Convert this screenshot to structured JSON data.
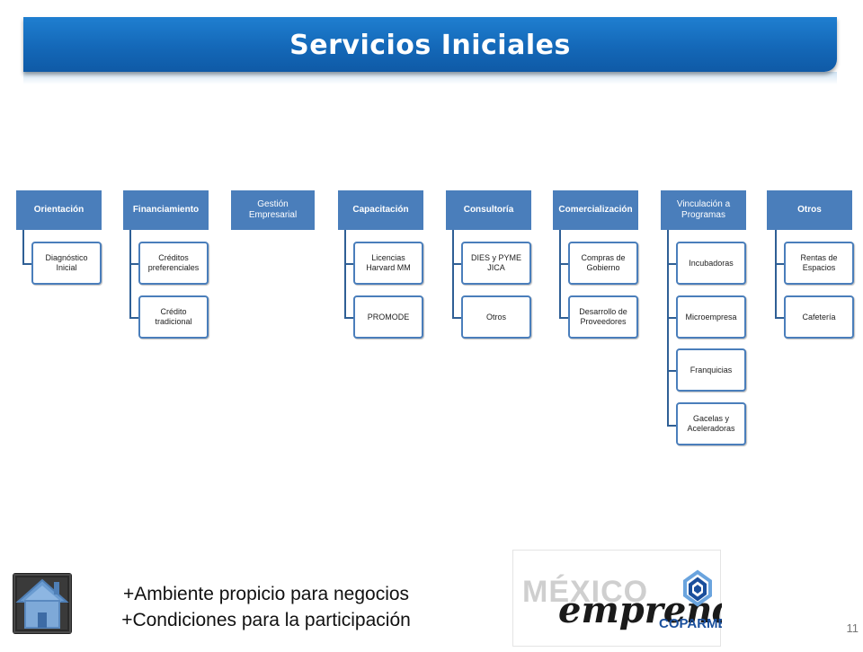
{
  "slide": {
    "title": "Servicios Iniciales",
    "page_number": "11"
  },
  "org_chart": {
    "categories": [
      {
        "label": "Orientación",
        "children": [
          "Diagnóstico Inicial"
        ]
      },
      {
        "label": "Financiamiento",
        "children": [
          "Créditos preferenciales",
          "Crédito tradicional"
        ]
      },
      {
        "label": "Gestión Empresarial",
        "children": []
      },
      {
        "label": "Capacitación",
        "children": [
          "Licencias Harvard MM",
          "PROMODE"
        ]
      },
      {
        "label": "Consultoría",
        "children": [
          "DIES y PYME JICA",
          "Otros"
        ]
      },
      {
        "label": "Comercialización",
        "children": [
          "Compras de Gobierno",
          "Desarrollo de Proveedores"
        ]
      },
      {
        "label": "Vinculación a Programas",
        "children": [
          "Incubadoras",
          "Microempresa",
          "Franquicias",
          "Gacelas y Aceleradoras"
        ]
      },
      {
        "label": "Otros",
        "children": [
          "Rentas de Espacios",
          "Cafetería"
        ]
      }
    ]
  },
  "footer": {
    "line1": "+Ambiente propicio para negocios",
    "line2": "+Condiciones para la participación",
    "logo": {
      "word_mexico": "MÉXICO",
      "word_emprende": "emprende",
      "word_coparmex": "COPARMEX"
    }
  },
  "colors": {
    "banner": "#1468b8",
    "category_fill": "#4a7ebb",
    "connector": "#2f5f95",
    "coparmex_blue": "#1a4f9c"
  }
}
